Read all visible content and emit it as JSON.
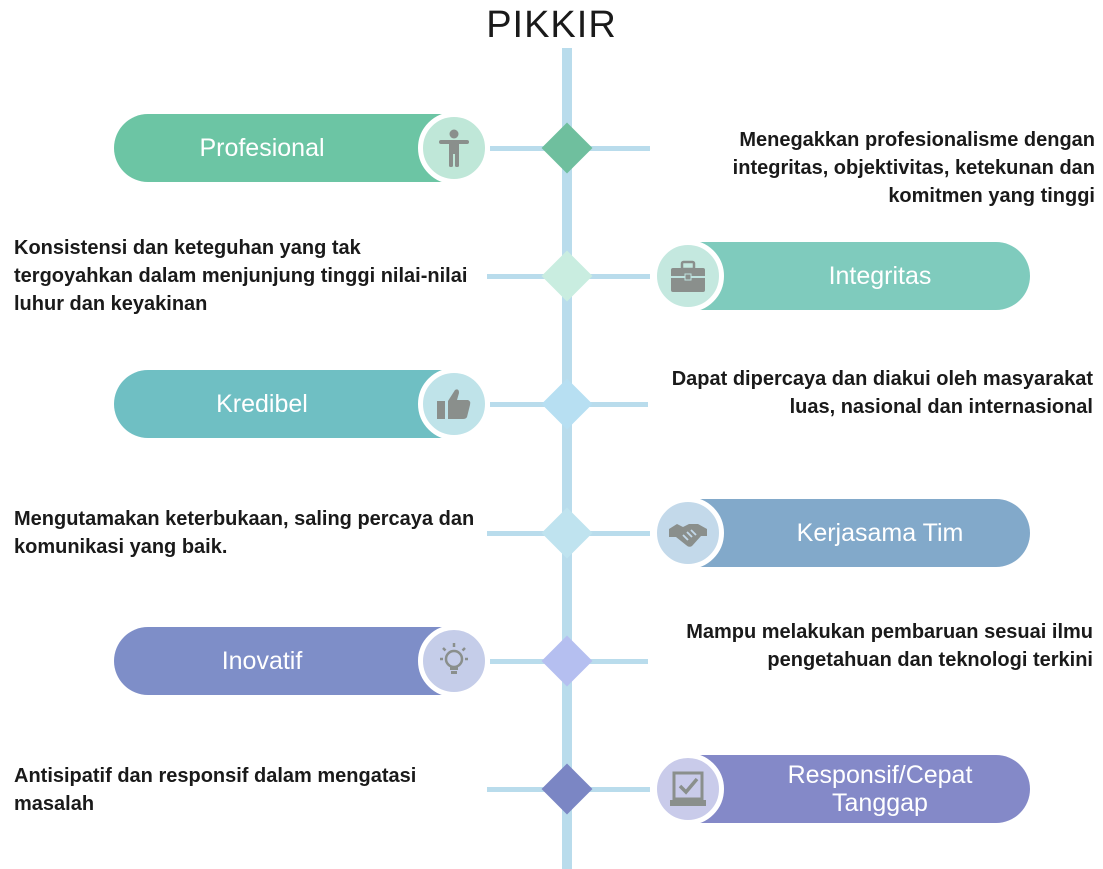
{
  "title": "PIKKIR",
  "colors": {
    "spine": "#b9dcec",
    "icon_fill": "#8a8f8c",
    "text": "#1a1a1a"
  },
  "values": [
    {
      "label": "Profesional",
      "description": "Menegakkan profesionalisme dengan integritas, objektivitas, ketekunan dan komitmen yang tinggi",
      "icon": "person-icon",
      "pill_color": "#6cc5a4",
      "circle_color": "#bfe7d8",
      "diamond_color": "#6fbf9e"
    },
    {
      "label": "Integritas",
      "description": "Konsistensi dan keteguhan yang tak tergoyahkan dalam menjunjung tinggi nilai-nilai luhur dan keyakinan",
      "icon": "briefcase-icon",
      "pill_color": "#7fcbbd",
      "circle_color": "#c4e8df",
      "diamond_color": "#c9ede0"
    },
    {
      "label": "Kredibel",
      "description": "Dapat dipercaya dan diakui oleh masyarakat luas, nasional dan internasional",
      "icon": "thumbs-up-icon",
      "pill_color": "#6fbfc3",
      "circle_color": "#bfe3e9",
      "diamond_color": "#b7dff2"
    },
    {
      "label": "Kerjasama Tim",
      "description": "Mengutamakan keterbukaan, saling percaya dan komunikasi yang baik.",
      "icon": "handshake-icon",
      "pill_color": "#82a9ca",
      "circle_color": "#c3d9ea",
      "diamond_color": "#bfe3ef"
    },
    {
      "label": "Inovatif",
      "description": "Mampu melakukan pembaruan sesuai ilmu pengetahuan dan teknologi terkini",
      "icon": "lightbulb-icon",
      "pill_color": "#7e8ec8",
      "circle_color": "#c5cde9",
      "diamond_color": "#b5bff0"
    },
    {
      "label": "Responsif/Cepat Tanggap",
      "description": "Antisipatif dan responsif dalam mengatasi masalah",
      "icon": "checkbox-icon",
      "pill_color": "#8489c8",
      "circle_color": "#c9cbea",
      "diamond_color": "#7b86c4"
    }
  ]
}
